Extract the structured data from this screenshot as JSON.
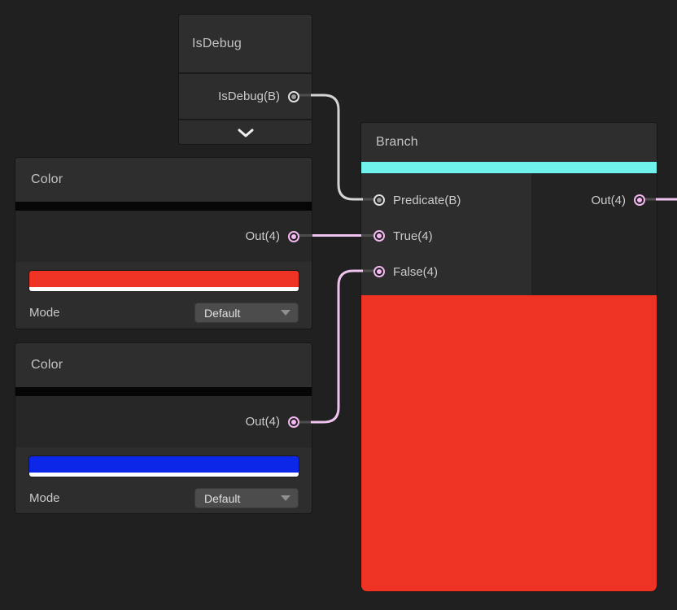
{
  "colors": {
    "background": "#202020",
    "wire_bool": "#d4d4d4",
    "wire_vec4": "#f0c4ef",
    "wire_end": "#4d4d4d",
    "port_bool": "#e0e0e0",
    "port_vec4": "#f3b8f1",
    "branch_accent": "#6ff2ec",
    "red": "#ee3224",
    "blue": "#0d27e9",
    "alpha_strip": "#ffffff"
  },
  "nodes": {
    "isdebug": {
      "title": "IsDebug",
      "output_label": "IsDebug(B)"
    },
    "color1": {
      "title": "Color",
      "output_label": "Out(4)",
      "swatch": "#ee3224",
      "mode_label": "Mode",
      "mode_value": "Default"
    },
    "color2": {
      "title": "Color",
      "output_label": "Out(4)",
      "swatch": "#0d27e9",
      "mode_label": "Mode",
      "mode_value": "Default"
    },
    "branch": {
      "title": "Branch",
      "inputs": [
        {
          "label": "Predicate(B)",
          "type": "bool"
        },
        {
          "label": "True(4)",
          "type": "vec4"
        },
        {
          "label": "False(4)",
          "type": "vec4"
        }
      ],
      "output_label": "Out(4)",
      "preview": "#ee3224"
    }
  }
}
